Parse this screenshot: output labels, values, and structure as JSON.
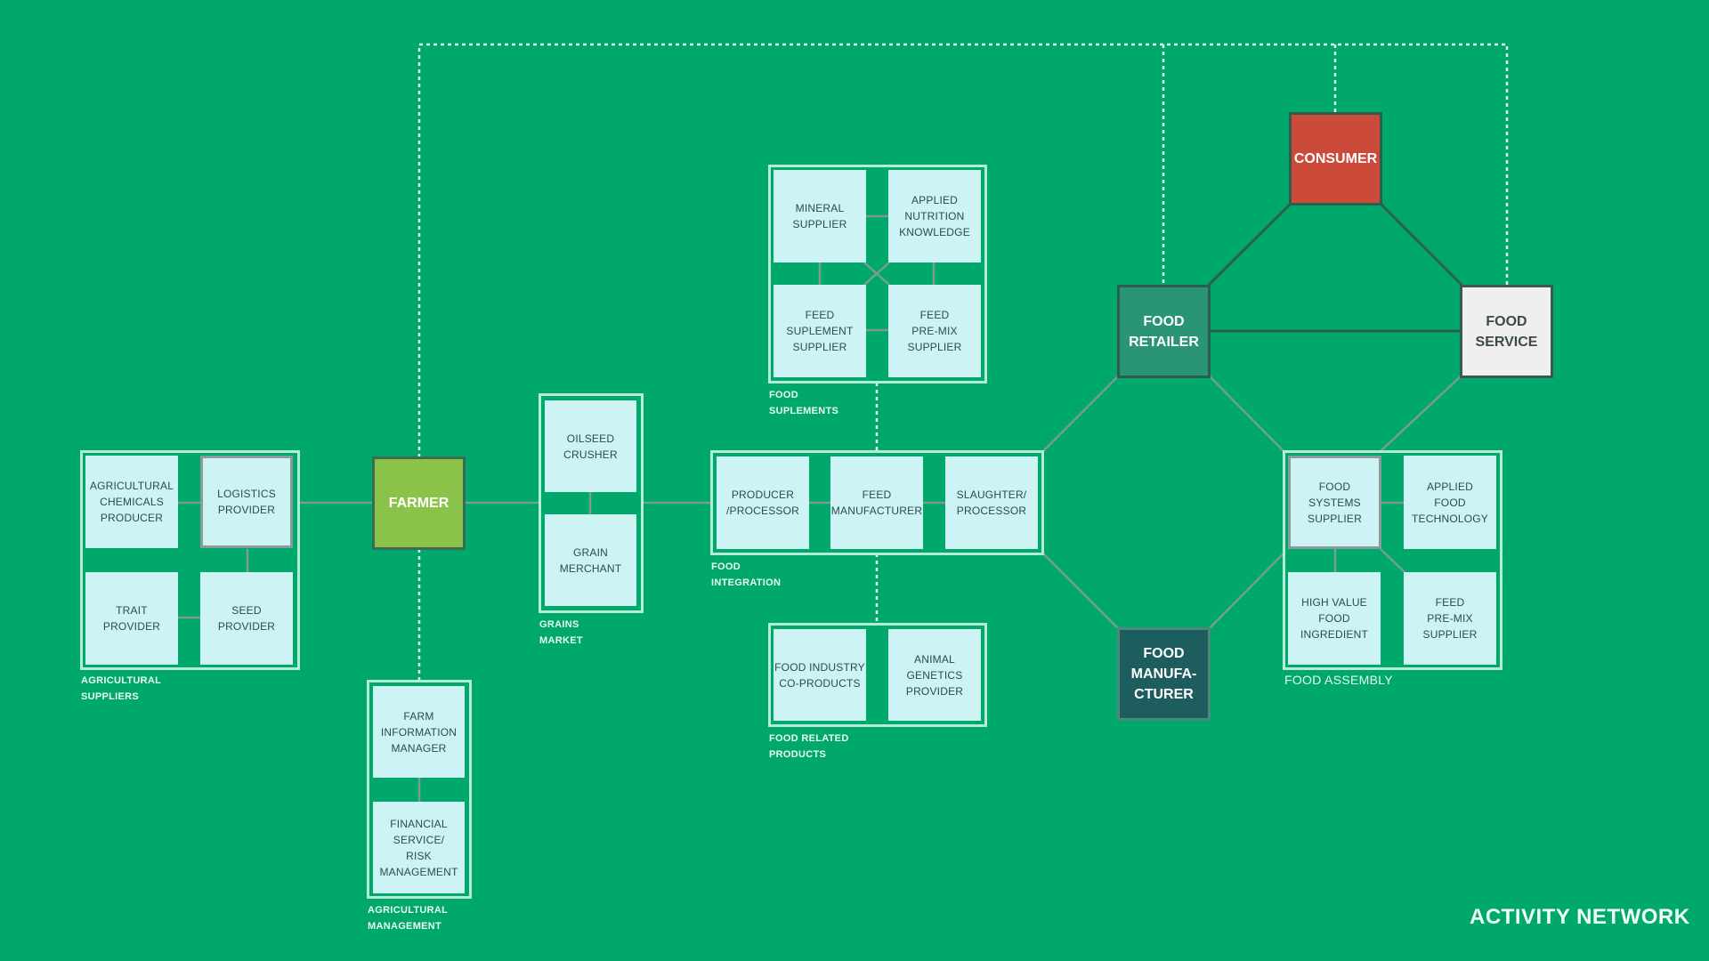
{
  "title": "ACTIVITY NETWORK",
  "actors": {
    "farmer": "FARMER",
    "consumer": "CONSUMER",
    "food_retailer": "FOOD\nRETAILER",
    "food_service": "FOOD\nSERVICE",
    "food_manufacturer": "FOOD\nMANUFA-\nCTURER"
  },
  "groups": {
    "agricultural_suppliers": {
      "label": "AGRICULTURAL\nSUPPLIERS",
      "nodes": [
        "AGRICULTURAL\nCHEMICALS\nPRODUCER",
        "LOGISTICS\nPROVIDER",
        "TRAIT\nPROVIDER",
        "SEED\nPROVIDER"
      ]
    },
    "agricultural_management": {
      "label": "AGRICULTURAL\nMANAGEMENT",
      "nodes": [
        "FARM\nINFORMATION\nMANAGER",
        "FINANCIAL\nSERVICE/\nRISK\nMANAGEMENT"
      ]
    },
    "grains_market": {
      "label": "GRAINS\nMARKET",
      "nodes": [
        "OILSEED\nCRUSHER",
        "GRAIN\nMERCHANT"
      ]
    },
    "food_suplements": {
      "label": "FOOD\nSUPLEMENTS",
      "nodes": [
        "MINERAL\nSUPPLIER",
        "APPLIED\nNUTRITION\nKNOWLEDGE",
        "FEED\nSUPLEMENT\nSUPPLIER",
        "FEED\nPRE-MIX\nSUPPLIER"
      ]
    },
    "food_integration": {
      "label": "FOOD\nINTEGRATION",
      "nodes": [
        "PRODUCER\n/PROCESSOR",
        "FEED\nMANUFACTURER",
        "SLAUGHTER/\nPROCESSOR"
      ]
    },
    "food_related_products": {
      "label": "FOOD RELATED\nPRODUCTS",
      "nodes": [
        "FOOD INDUSTRY\nCO-PRODUCTS",
        "ANIMAL\nGENETICS\nPROVIDER"
      ]
    },
    "food_assembly": {
      "label": "FOOD ASSEMBLY",
      "nodes": [
        "FOOD\nSYSTEMS\nSUPPLIER",
        "APPLIED\nFOOD\nTECHNOLOGY",
        "HIGH VALUE\nFOOD\nINGREDIENT",
        "FEED\nPRE-MIX\nSUPPLIER"
      ]
    }
  },
  "colors": {
    "background": "#00a86b",
    "farmer": "#8bc34a",
    "consumer": "#cc4a3a",
    "food_retailer": "#2a9477",
    "food_service": "#efefef",
    "food_manufacturer": "#1d5d5e",
    "node_fill": "#cdf3f5",
    "group_border": "#b5ecd7"
  }
}
